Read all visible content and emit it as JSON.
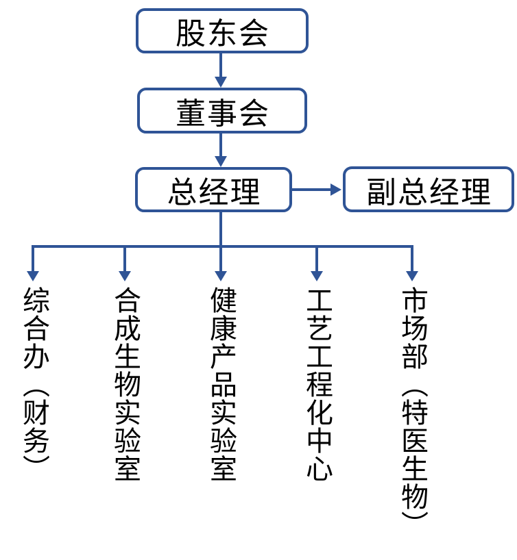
{
  "colors": {
    "line": "#2F5496",
    "text": "#000000",
    "background": "#FFFFFF"
  },
  "org_chart": {
    "type": "org-hierarchy",
    "boxes": [
      {
        "id": "shareholders",
        "label": "股东会"
      },
      {
        "id": "board-of-directors",
        "label": "董事会"
      },
      {
        "id": "general-manager",
        "label": "总经理"
      },
      {
        "id": "deputy-general-manager",
        "label": "副总经理"
      }
    ],
    "departments": [
      {
        "id": "general-office",
        "label": "综合办（财务）"
      },
      {
        "id": "synthetic-biology-lab",
        "label": "合成生物实验室"
      },
      {
        "id": "health-products-lab",
        "label": "健康产品实验室"
      },
      {
        "id": "process-engineering-center",
        "label": "工艺工程化中心"
      },
      {
        "id": "marketing-department",
        "label": "市场部（特医生物）"
      }
    ]
  }
}
